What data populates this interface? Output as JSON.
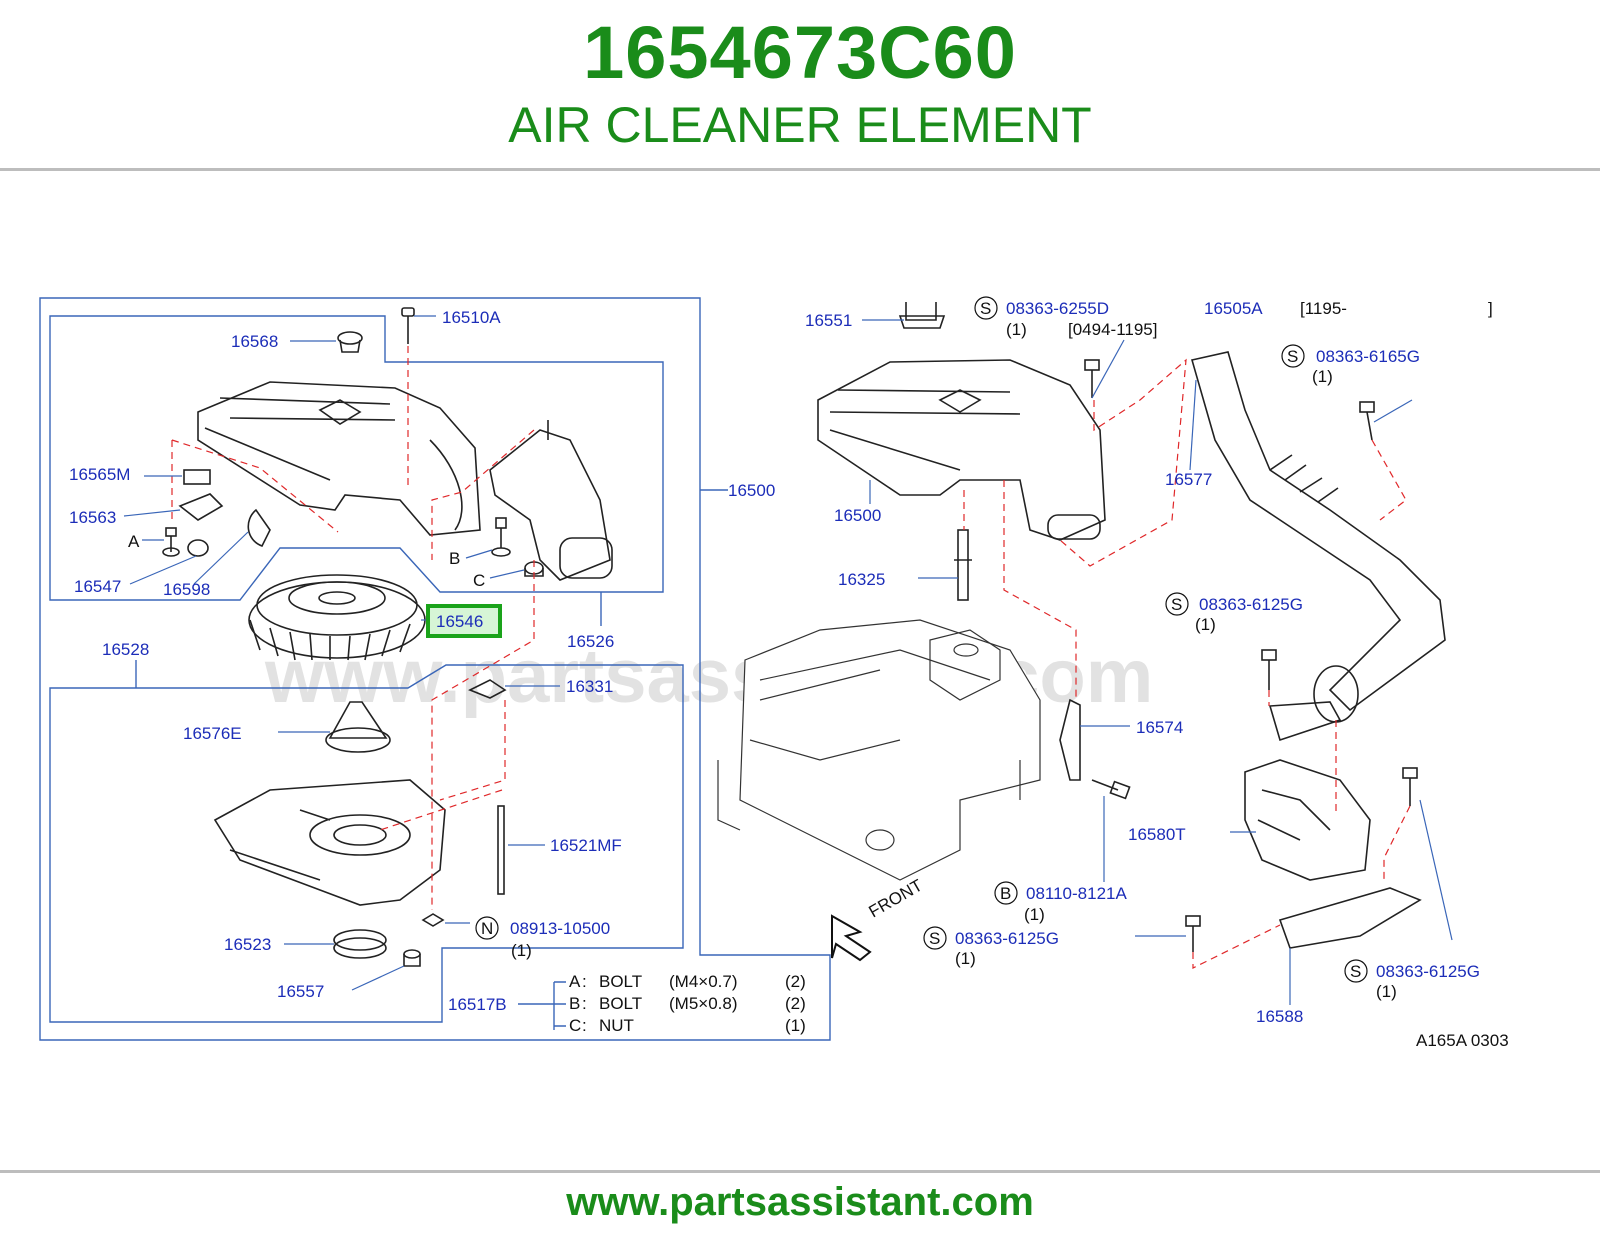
{
  "header": {
    "part_number": "1654673C60",
    "part_name": "AIR CLEANER ELEMENT"
  },
  "footer": {
    "url": "www.partsassistant.com"
  },
  "watermark": "www.partsassistant.com",
  "diagram_code": "A165A  0303",
  "front_label": "FRONT",
  "highlighted_part": "16546",
  "highlight_color": "#1aa31a",
  "callouts": {
    "p16510A": "16510A",
    "p16568": "16568",
    "p16565M": "16565M",
    "p16563": "16563",
    "A": "A",
    "B": "B",
    "C": "C",
    "p16547": "16547",
    "p16598": "16598",
    "p16546": "16546",
    "p16526": "16526",
    "p16500_left": "16500",
    "p16528": "16528",
    "p16331": "16331",
    "p16576E": "16576E",
    "p16521MF": "16521MF",
    "p16523": "16523",
    "p16557": "16557",
    "N": "N",
    "p08913": "08913-10500",
    "p08913_qty": "(1)",
    "p16517B": "16517B",
    "p16551": "16551",
    "S1": "S",
    "p08363_6255D": "08363-6255D",
    "p08363_6255D_qty": "(1)",
    "range_0494": "[0494-1195]",
    "p16505A": "16505A",
    "range_1195": "[1195-",
    "range_close": "]",
    "S2": "S",
    "p08363_6165G": "08363-6165G",
    "p08363_6165G_qty": "(1)",
    "p16577": "16577",
    "p16500_right": "16500",
    "p16325": "16325",
    "S3": "S",
    "p08363_6125G_a": "08363-6125G",
    "p08363_6125G_a_qty": "(1)",
    "p16574": "16574",
    "p16580T": "16580T",
    "B2": "B",
    "p08110": "08110-8121A",
    "p08110_qty": "(1)",
    "S4": "S",
    "p08363_6125G_b": "08363-6125G",
    "p08363_6125G_b_qty": "(1)",
    "S5": "S",
    "p08363_6125G_c": "08363-6125G",
    "p08363_6125G_c_qty": "(1)",
    "p16588": "16588"
  },
  "fastener_legend": [
    {
      "code": "A",
      "type": "BOLT",
      "size": "(M4×0.7)",
      "qty": "(2)"
    },
    {
      "code": "B",
      "type": "BOLT",
      "size": "(M5×0.8)",
      "qty": "(2)"
    },
    {
      "code": "C",
      "type": "NUT",
      "size": "",
      "qty": "(1)"
    }
  ]
}
